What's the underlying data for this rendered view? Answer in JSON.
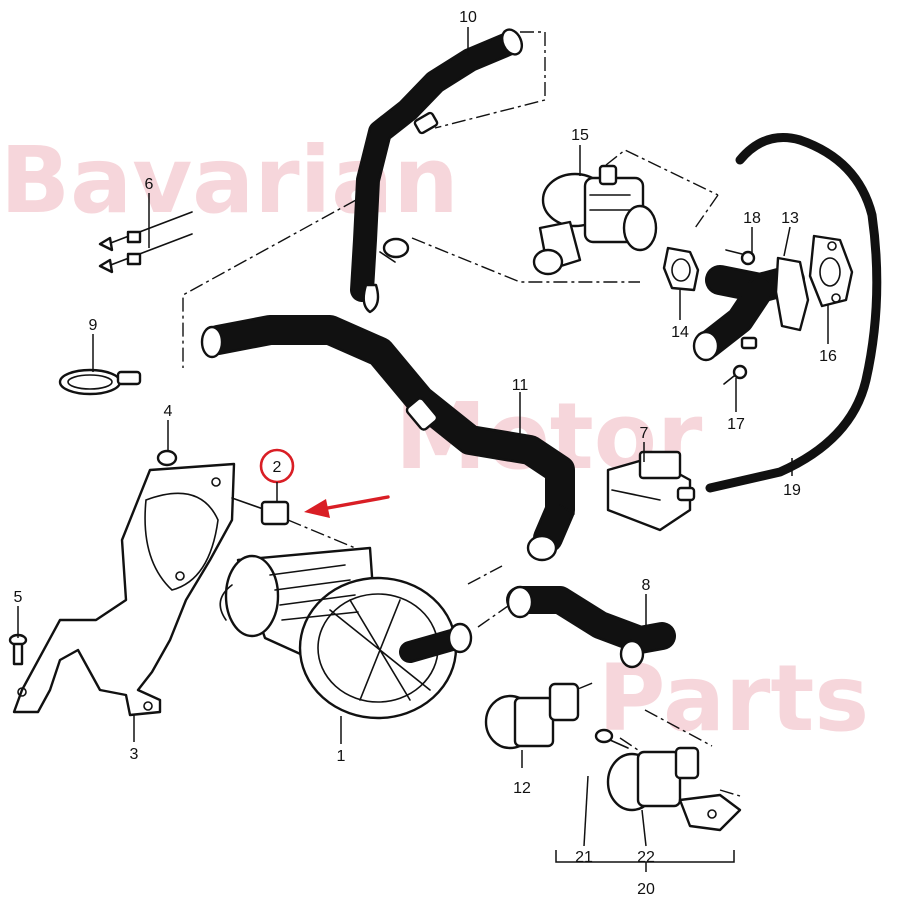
{
  "watermark": [
    "Bavarian",
    "Motor",
    "Parts"
  ],
  "highlight": {
    "part": "2",
    "color": "#d91e25"
  },
  "callouts": [
    {
      "id": "1",
      "label": "1"
    },
    {
      "id": "2",
      "label": "2"
    },
    {
      "id": "3",
      "label": "3"
    },
    {
      "id": "4",
      "label": "4"
    },
    {
      "id": "5",
      "label": "5"
    },
    {
      "id": "6",
      "label": "6"
    },
    {
      "id": "7",
      "label": "7"
    },
    {
      "id": "8",
      "label": "8"
    },
    {
      "id": "9",
      "label": "9"
    },
    {
      "id": "10",
      "label": "10"
    },
    {
      "id": "11",
      "label": "11"
    },
    {
      "id": "12",
      "label": "12"
    },
    {
      "id": "13",
      "label": "13"
    },
    {
      "id": "14",
      "label": "14"
    },
    {
      "id": "15",
      "label": "15"
    },
    {
      "id": "16",
      "label": "16"
    },
    {
      "id": "17",
      "label": "17"
    },
    {
      "id": "18",
      "label": "18"
    },
    {
      "id": "19",
      "label": "19"
    },
    {
      "id": "20",
      "label": "20"
    },
    {
      "id": "21",
      "label": "21"
    },
    {
      "id": "22",
      "label": "22"
    }
  ]
}
